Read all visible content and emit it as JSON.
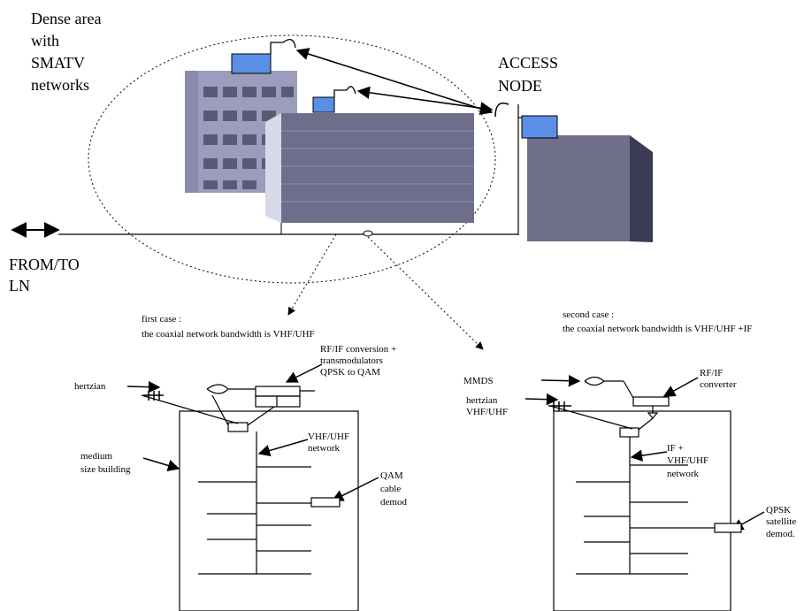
{
  "top": {
    "dense_area": [
      "Dense area",
      "with",
      "SMATV",
      "networks"
    ],
    "access_node": [
      "ACCESS",
      "NODE"
    ],
    "from_to": [
      "FROM/TO",
      "LN"
    ]
  },
  "first_case": {
    "title": [
      "first case :",
      "the coaxial network bandwidth is VHF/UHF"
    ],
    "conversion": [
      "RF/IF conversion +",
      "transmodulators",
      "QPSK to QAM"
    ],
    "hertzian": "hertzian",
    "vhf_uhf_network": [
      "VHF/UHF",
      "network"
    ],
    "medium_building": [
      "medium",
      "size building"
    ],
    "qam_demod": [
      "QAM",
      "cable",
      "demod"
    ]
  },
  "second_case": {
    "title": [
      "second case :",
      "the coaxial network bandwidth is VHF/UHF +IF"
    ],
    "rf_if": [
      "RF/IF",
      "converter"
    ],
    "mmds": "MMDS",
    "hertzian": [
      "hertzian",
      "VHF/UHF"
    ],
    "if_network": [
      "IF +",
      "VHF/UHF",
      "network"
    ],
    "qpsk_demod": [
      "QPSK",
      "satellite",
      "demod."
    ]
  },
  "colors": {
    "building_a": "#9c9cbc",
    "building_b": "#6e6e8c",
    "node_box": "#6f6f8b",
    "equipment_blue": "#5b8fe6"
  }
}
